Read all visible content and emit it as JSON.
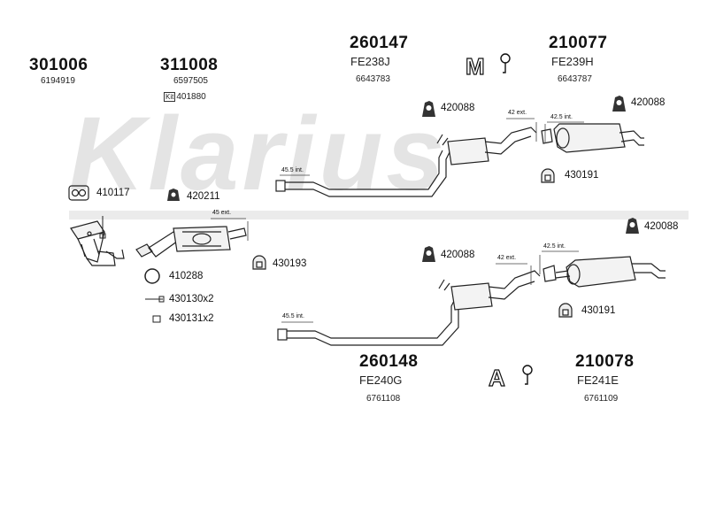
{
  "watermark": "Klarius",
  "groups": [
    {
      "part_number": "301006",
      "oe_number": "6194919"
    },
    {
      "part_number": "311008",
      "oe_number": "6597505",
      "kit_label": "Kit",
      "kit_number": "401880"
    },
    {
      "part_number": "260147",
      "code": "FE238J",
      "oe_number": "6643783"
    },
    {
      "part_number": "210077",
      "code": "FE239H",
      "oe_number": "6643787"
    },
    {
      "part_number": "260148",
      "code": "FE240G",
      "oe_number": "6761108"
    },
    {
      "part_number": "210078",
      "code": "FE241E",
      "oe_number": "6761109"
    }
  ],
  "parts": [
    {
      "number": "420088"
    },
    {
      "number": "420088"
    },
    {
      "number": "420088"
    },
    {
      "number": "420088"
    },
    {
      "number": "410117"
    },
    {
      "number": "420211"
    },
    {
      "number": "430191"
    },
    {
      "number": "430191"
    },
    {
      "number": "410288"
    },
    {
      "number": "430193"
    },
    {
      "number": "430130x2"
    },
    {
      "number": "430131x2"
    }
  ],
  "dimensions": {
    "ext_45": "45 ext.",
    "int_45_5_top": "45.5 int.",
    "int_45_5_bottom": "45.5 int.",
    "ext_42_top": "42 ext.",
    "ext_42_bottom": "42 ext.",
    "int_42_5_top": "42.5 int.",
    "int_42_5_bottom": "42.5 int."
  },
  "badges": {
    "manual": "M",
    "auto": "A"
  },
  "icons": {
    "mount": "rubber-mount-icon",
    "ring": "sealing-ring-icon",
    "clamp": "clamp-icon",
    "bolt": "bolt-icon",
    "gasket": "gasket-icon"
  }
}
